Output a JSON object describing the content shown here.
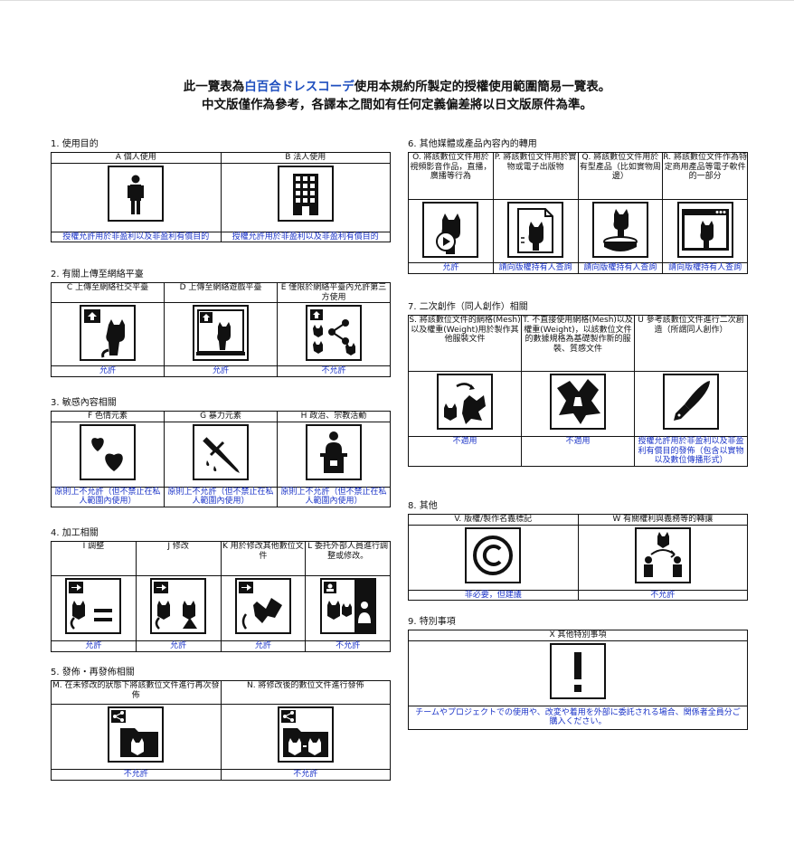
{
  "header": {
    "line1_pre": "此一覽表為",
    "brand": "白百合ドレスコーデ",
    "line1_post": "使用本規約所製定的授權使用範圍簡易一覽表。",
    "line2": "中文版僅作為參考，各譯本之間如有任何定義偏差將以日文版原件為準。"
  },
  "sections": {
    "s1": {
      "title": "1. 使用目的",
      "items": [
        {
          "head": "A 個人使用",
          "foot": "授權允許用於非盈利以及非盈利有償目的",
          "icon": "person-icon"
        },
        {
          "head": "B 法人使用",
          "foot": "授權允許用於非盈利以及非盈利有償目的",
          "icon": "building-icon"
        }
      ]
    },
    "s2": {
      "title": "2. 有關上傳至網絡平臺",
      "items": [
        {
          "head": "C 上傳至網絡社交平臺",
          "foot": "允許",
          "icon": "upload-cat-icon"
        },
        {
          "head": "D 上傳至網絡遊戲平臺",
          "foot": "允許",
          "icon": "game-upload-cat-icon"
        },
        {
          "head": "E 僅限於網絡平臺內允許第三方使用",
          "foot": "不允許",
          "icon": "share-network-cat-icon"
        }
      ]
    },
    "s3": {
      "title": "3. 敏感內容相關",
      "items": [
        {
          "head": "F 色情元素",
          "foot": "原則上不允許（但不禁止在私人範圍內使用）",
          "icon": "hearts-icon"
        },
        {
          "head": "G 暴力元素",
          "foot": "原則上不允許（但不禁止在私人範圍內使用）",
          "icon": "knife-icon"
        },
        {
          "head": "H 政治、宗教活動",
          "foot": "原則上不允許（但不禁止在私人範圍內使用）",
          "icon": "podium-speaker-icon"
        }
      ]
    },
    "s4": {
      "title": "4. 加工相關",
      "items": [
        {
          "head": "I 調整",
          "foot": "允許",
          "icon": "arrow-cat-equal-icon"
        },
        {
          "head": "J 修改",
          "foot": "允許",
          "icon": "arrow-cat-pair-icon"
        },
        {
          "head": "K 用於修改其他數位文件",
          "foot": "允許",
          "icon": "arrow-cat-dress-icon"
        },
        {
          "head": "L 委托外部人員進行調整或修改。",
          "foot": "不允許",
          "icon": "outsource-cat-icon"
        }
      ]
    },
    "s5": {
      "title": "5. 發佈・再發佈相關",
      "items": [
        {
          "head": "M. 在未修改的狀態下將該數位文件進行再次發佈",
          "foot": "不允許",
          "icon": "share-folder-cat-icon"
        },
        {
          "head": "N. 將修改後的數位文件進行發佈",
          "foot": "不允許",
          "icon": "share-folder-cats-icon"
        }
      ]
    },
    "s6": {
      "title": "6. 其他媒體或產品內容內的轉用",
      "items": [
        {
          "head": "O. 將該數位文件用於視頻影音作品，直播，廣播等行為",
          "foot": "允許",
          "icon": "video-cat-icon"
        },
        {
          "head": "P. 將該數位文件用於實物或電子出版物",
          "foot": "請向版權持有人查詢",
          "icon": "document-cat-icon"
        },
        {
          "head": "Q. 將該數位文件用於有型產品（比如實物周邊）",
          "foot": "請向版權持有人查詢",
          "icon": "figure-cat-icon"
        },
        {
          "head": "R. 將該數位文件作為特定商用產品等電子軟件的一部分",
          "foot": "請向版權持有人查詢",
          "icon": "app-window-cat-icon"
        }
      ]
    },
    "s7": {
      "title": "7. 二次創作（同人創作）相關",
      "items": [
        {
          "head": "S. 將該數位文件的網格(Mesh)以及權重(Weight)用於製作其他服裝文件",
          "foot": "不適用",
          "icon": "cat-dress-transform-icon"
        },
        {
          "head": "T. 不直接使用網格(Mesh)以及權重(Weight)，以該數位文件的數據規格為基礎製作新的服裝、質感文件",
          "foot": "不適用",
          "icon": "dress-icon"
        },
        {
          "head": "U 參考該數位文件進行二次創造（所謂同人創作）",
          "foot": "授權允許用於非盈利以及非盈利有償目的發佈（包含以實物以及數位傳播形式）",
          "icon": "pen-nib-icon"
        }
      ]
    },
    "s8": {
      "title": "8. 其他",
      "items": [
        {
          "head": "V. 版權/製作名義標記",
          "foot": "非必要，但建議",
          "icon": "copyright-icon"
        },
        {
          "head": "W 有關權利與義務等的轉讓",
          "foot": "不允許",
          "icon": "transfer-people-icon"
        }
      ]
    },
    "s9": {
      "title": "9. 特別事項",
      "items": [
        {
          "head": "X 其他特別事項",
          "foot": "チームやプロジェクトでの使用や、改変や着用を外部に委託される場合、関係者全員分ご購入ください。",
          "icon": "exclamation-icon"
        }
      ]
    }
  },
  "colors": {
    "brand": "#1f4fbf",
    "foot_text": "#1a33c8",
    "ink": "#111111"
  }
}
